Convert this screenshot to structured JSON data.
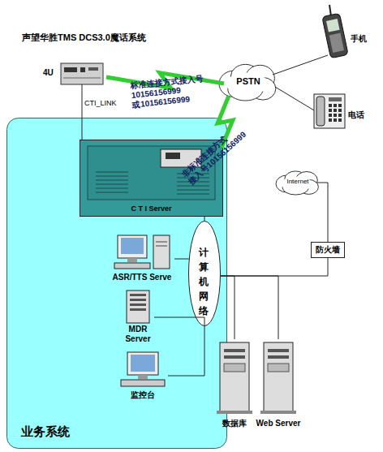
{
  "diagram": {
    "nodes": [
      {
        "text": [
          "声望华胜TMS DCS3.0魔话系统",
          "4U"
        ]
      },
      {
        "text": [
          "PSTN"
        ]
      },
      {
        "text": [
          "手机"
        ]
      },
      {
        "text": [
          "电话"
        ]
      },
      {
        "text": [
          "业务系统"
        ]
      },
      {
        "text": [
          "C T I Server"
        ],
        "in": 4
      },
      {
        "text": [
          "ASR/TTS Serve"
        ],
        "in": 4
      },
      {
        "text": [
          "MDR Server"
        ],
        "in": 4
      },
      {
        "text": [
          "监控台"
        ],
        "in": 4
      },
      {
        "text": [
          "计算机网络"
        ],
        "in": 4
      },
      {
        "text": [
          "Internet"
        ]
      },
      {
        "text": [
          "防火墙"
        ]
      },
      {
        "text": [
          "数据库"
        ]
      },
      {
        "text": [
          "Web Server"
        ]
      }
    ],
    "edges": [
      {
        "from": 0,
        "to": 1,
        "label": "标准连接方式接入号 10156156999 或10156156999",
        "arrow": "none"
      },
      {
        "from": 5,
        "to": 1,
        "label": "非标准连接方式 接入号10156156999",
        "arrow": "none"
      },
      {
        "from": 0,
        "to": 5,
        "label": "CTI_LINK",
        "arrow": "none"
      },
      {
        "from": 1,
        "to": 2,
        "arrow": "none"
      },
      {
        "from": 1,
        "to": 3,
        "arrow": "none"
      },
      {
        "from": 5,
        "to": 9,
        "arrow": "none"
      },
      {
        "from": 6,
        "to": 9,
        "arrow": "none"
      },
      {
        "from": 7,
        "to": 9,
        "arrow": "none"
      },
      {
        "from": 8,
        "to": 9,
        "arrow": "none"
      },
      {
        "from": 9,
        "to": 12,
        "arrow": "none"
      },
      {
        "from": 9,
        "to": 13,
        "arrow": "none"
      },
      {
        "from": 9,
        "to": 11,
        "arrow": "none"
      },
      {
        "from": 11,
        "to": 10,
        "arrow": "none"
      }
    ]
  }
}
